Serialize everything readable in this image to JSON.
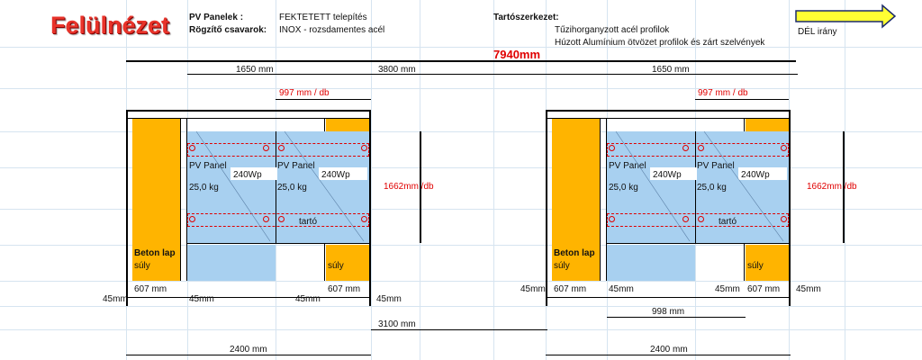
{
  "title": "Felülnézet",
  "header": {
    "pv_label": "PV Panelek :",
    "pv_value": "FEKTETETT telepítés",
    "screw_label": "Rögzítő csavarok:",
    "screw_value": "INOX - rozsdamentes acél",
    "support_label": "Tartószerkezet:",
    "support_line1": "Tűzihorganyzott acél profilok",
    "support_line2": "Húzott Alumínium ötvözet profilok és zárt szelvények",
    "direction": "DÉL irány"
  },
  "total_width": "7940mm",
  "dims": {
    "span_left": "1650 mm",
    "gap": "3800 mm",
    "span_right": "1650 mm",
    "per_panel_left": "997 mm  /  db",
    "per_panel_right": "997 mm  /  db",
    "height_left": "1662mm /db",
    "height_right": "1662mm /db",
    "d45_1": "45mm",
    "d607_1": "607 mm",
    "d45_2": "45mm",
    "d45_3": "45mm",
    "d607_2": "607 mm",
    "d45_4": "45mm",
    "d45_5": "45mm",
    "d607_3": "607 mm",
    "d45_6": "45mm",
    "d45_7": "45mm",
    "d607_4": "607 mm",
    "d45_8": "45mm",
    "inner_gap": "3100 mm",
    "inner_right": "998 mm",
    "base_left": "2400 mm",
    "base_right": "2400 mm"
  },
  "panel": {
    "name": "PV Panel",
    "power": "240Wp",
    "weight": "25,0 kg",
    "holder": "tartó"
  },
  "concrete": {
    "label": "Beton lap",
    "weight": "súly",
    "small_weight": "súly"
  },
  "colors": {
    "concrete": "#ffb400",
    "panel": "#a8d0f0",
    "mark": "#e00000",
    "arrow": "#ffff33"
  }
}
